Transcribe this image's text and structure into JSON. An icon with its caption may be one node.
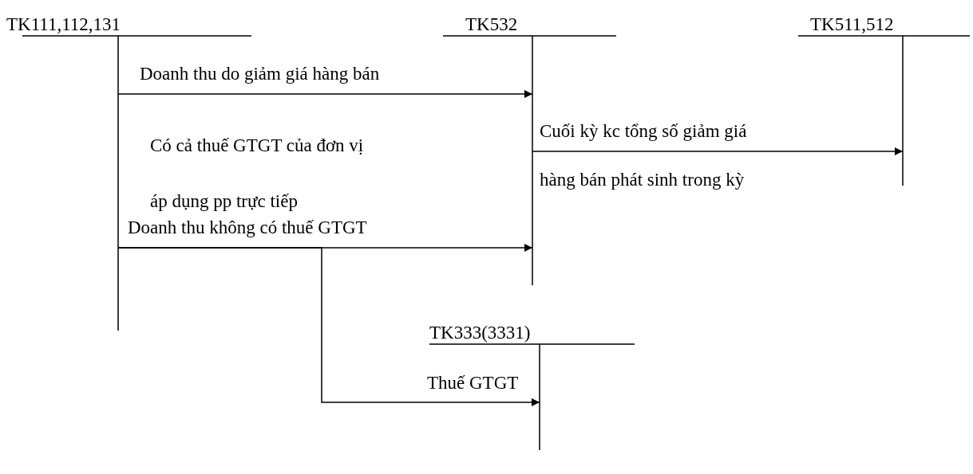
{
  "diagram": {
    "nodes": [
      {
        "text": [
          "TK111,112,131"
        ]
      },
      {
        "text": [
          "TK532"
        ]
      },
      {
        "text": [
          "TK511,512"
        ]
      },
      {
        "text": [
          "TK333(3331)"
        ]
      }
    ],
    "edges": [
      {
        "from": 0,
        "to": 1,
        "arrow": "to",
        "label": "Doanh thu do giảm giá hàng bán"
      },
      {
        "from": 0,
        "to": 1,
        "arrow": "to",
        "label": "Doanh thu không có thuế GTGT"
      },
      {
        "from": 0,
        "to": 3,
        "arrow": "to",
        "label": "Thuế GTGT"
      },
      {
        "from": 1,
        "to": 2,
        "arrow": "to",
        "label": "Cuối kỳ kc tổng số giảm giá"
      }
    ],
    "labels": [
      "Có cả thuế GTGT của đơn vị áp dụng pp trực tiếp",
      "hàng bán phát sinh trong kỳ"
    ]
  }
}
